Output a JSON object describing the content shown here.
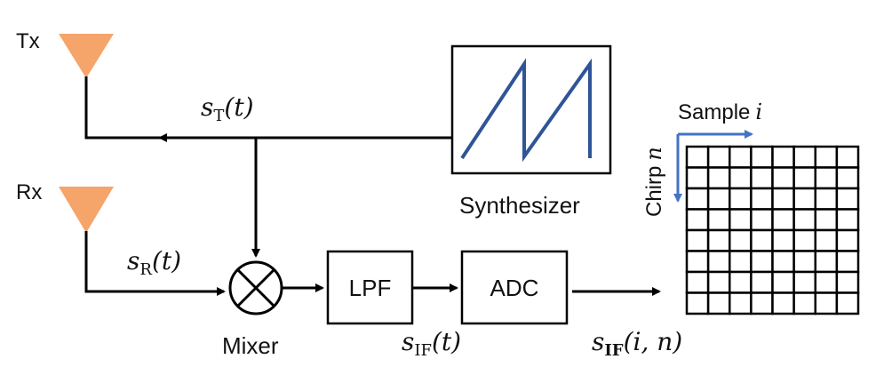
{
  "colors": {
    "antenna": "#F5A46A",
    "line": "#000000",
    "chirp": "#2F5597",
    "axis_arrow": "#4472C4",
    "grid": "#000000"
  },
  "icons": {
    "tx_antenna": "horn-antenna-icon",
    "rx_antenna": "horn-antenna-icon",
    "mixer": "circle-cross-icon"
  },
  "labels": {
    "tx": "Tx",
    "rx": "Rx",
    "synthesizer": "Synthesizer",
    "mixer": "Mixer",
    "lpf": "LPF",
    "adc": "ADC",
    "sample": "Sample",
    "sample_var": "i",
    "chirp": "Chirp",
    "chirp_var": "n"
  },
  "signals": {
    "s_t": {
      "sym": "s",
      "sub": "T",
      "arg": "(t)"
    },
    "s_r": {
      "sym": "s",
      "sub": "R",
      "arg": "(t)"
    },
    "s_if_t": {
      "sym": "s",
      "sub": "IF",
      "arg": "(t)"
    },
    "s_if_in": {
      "sym": "s",
      "sub": "IF",
      "arg": "(i, n)"
    }
  },
  "grid": {
    "rows": 8,
    "cols": 8
  }
}
